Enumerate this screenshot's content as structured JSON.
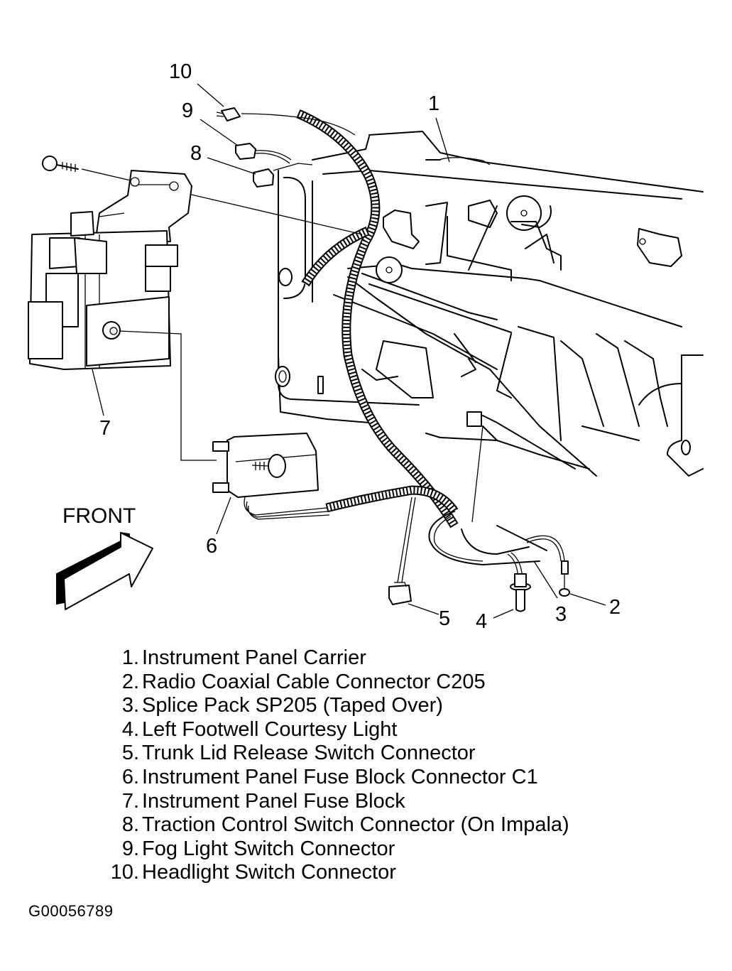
{
  "diagram": {
    "title": "Instrument Panel Wiring Harness Component Locator",
    "direction_label": "FRONT",
    "direction_icon": "front-direction-arrow-icon",
    "callouts": [
      "1",
      "2",
      "3",
      "4",
      "5",
      "6",
      "7",
      "8",
      "9",
      "10"
    ]
  },
  "legend": [
    {
      "number": "1.",
      "label": "Instrument Panel Carrier"
    },
    {
      "number": "2.",
      "label": "Radio Coaxial Cable Connector C205"
    },
    {
      "number": "3.",
      "label": "Splice Pack SP205 (Taped Over)"
    },
    {
      "number": "4.",
      "label": "Left Footwell Courtesy Light"
    },
    {
      "number": "5.",
      "label": "Trunk Lid Release Switch Connector"
    },
    {
      "number": "6.",
      "label": "Instrument Panel Fuse Block Connector C1"
    },
    {
      "number": "7.",
      "label": "Instrument Panel Fuse Block"
    },
    {
      "number": "8.",
      "label": "Traction Control Switch Connector (On Impala)"
    },
    {
      "number": "9.",
      "label": "Fog Light Switch Connector"
    },
    {
      "number": "10.",
      "label": "Headlight Switch Connector"
    }
  ],
  "figure_id": "G00056789"
}
